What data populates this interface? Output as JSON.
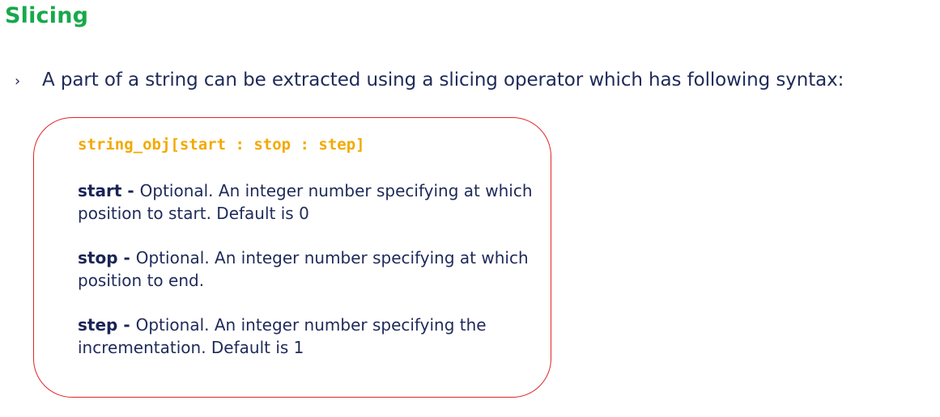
{
  "slide": {
    "title": "Slicing",
    "bullet": {
      "marker": "›",
      "text": "A part of a string can be extracted using a slicing operator which has following syntax:"
    },
    "syntax_box": {
      "code": "string_obj[start : stop : step]",
      "params": [
        {
          "name": "start",
          "dash": " - ",
          "description": "Optional. An integer number specifying at which position to start. Default is 0"
        },
        {
          "name": "stop",
          "dash": " - ",
          "description": "Optional. An integer number specifying at which position to end."
        },
        {
          "name": "step",
          "dash": " - ",
          "description": "Optional. An integer number specifying the incrementation. Default is 1"
        }
      ]
    }
  },
  "colors": {
    "title": "#17a84b",
    "body_text": "#1f2a5a",
    "code": "#f3a900",
    "box_border": "#e0252b"
  }
}
